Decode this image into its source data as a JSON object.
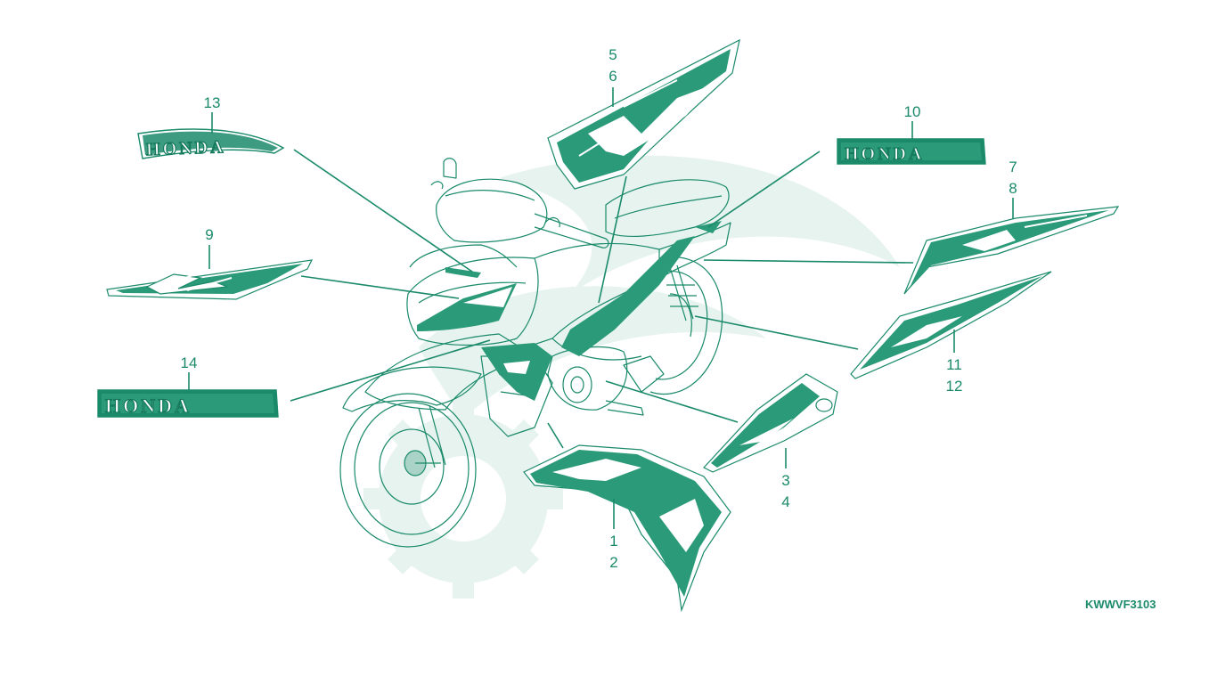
{
  "diagram": {
    "colors": {
      "line": "#1a8a6a",
      "fill": "#2a9a78",
      "watermark": "#e4f2ec"
    },
    "brand_text": "HONDA",
    "diagram_code": "KWWVF3103",
    "callouts": [
      {
        "id": "1-2",
        "upper": "1",
        "lower": "2"
      },
      {
        "id": "3-4",
        "upper": "3",
        "lower": "4"
      },
      {
        "id": "5-6",
        "upper": "5",
        "lower": "6"
      },
      {
        "id": "7-8",
        "upper": "7",
        "lower": "8"
      },
      {
        "id": "9",
        "upper": "9",
        "lower": ""
      },
      {
        "id": "10",
        "upper": "10",
        "lower": ""
      },
      {
        "id": "11-12",
        "upper": "11",
        "lower": "12"
      },
      {
        "id": "13",
        "upper": "13",
        "lower": ""
      },
      {
        "id": "14",
        "upper": "14",
        "lower": ""
      }
    ]
  }
}
